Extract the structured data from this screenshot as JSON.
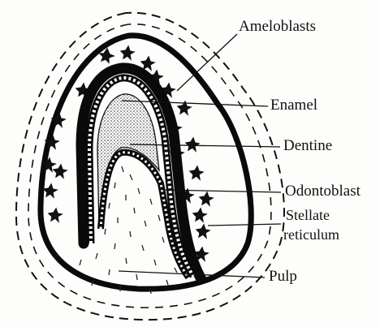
{
  "diagram": {
    "labels": {
      "ameloblasts": "Ameloblasts",
      "enamel": "Enamel",
      "dentine": "Dentine",
      "odontoblast": "Odontoblast",
      "stellate_line1": "Stellate",
      "stellate_line2": "reticulum",
      "pulp": "Pulp"
    }
  },
  "colors": {
    "ink": "#111111",
    "paper": "#fdfdfb"
  }
}
